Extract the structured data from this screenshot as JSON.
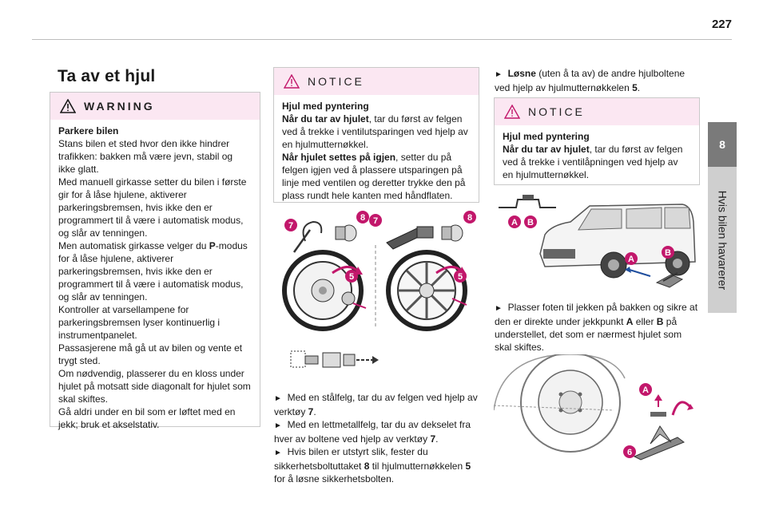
{
  "page": {
    "number": "227"
  },
  "side_tab": {
    "chapter": "8",
    "title": "Hvis bilen havarerer"
  },
  "section": {
    "title": "Ta av et hjul"
  },
  "warning": {
    "heading": "WARNING",
    "p1_bold": "Parkere bilen",
    "p1": "Stans bilen et sted hvor den ikke hindrer trafikken: bakken må være jevn, stabil og ikke glatt.",
    "p2a": "Med manuell girkasse setter du bilen i første gir for å låse hjulene, aktiverer parkeringsbremsen, hvis ikke den er programmert til å være i automatisk modus, og slår av tenningen.",
    "p3a": "Men automatisk girkasse velger du ",
    "p3_bold": "P",
    "p3b": "-modus for å låse hjulene, aktiverer parkeringsbremsen, hvis ikke den er programmert til å være i automatisk modus, og slår av tenningen.",
    "p4": "Kontroller at varsellampene for parkeringsbremsen lyser kontinuerlig i instrumentpanelet.",
    "p5": "Passasjerene må gå ut av bilen og vente et trygt sted.",
    "p6": "Om nødvendig, plasserer du en kloss under hjulet på motsatt side diagonalt for hjulet som skal skiftes.",
    "p7": "Gå aldri under en bil som er løftet med en jekk; bruk et akselstativ."
  },
  "notice1": {
    "heading": "NOTICE",
    "title": "Hjul med pyntering",
    "b1": "Når du tar av hjulet",
    "t1": ", tar du først av felgen ved å trekke i ventilutsparingen ved hjelp av en hjulmutternøkkel.",
    "b2": "Når hjulet settes på igjen",
    "t2": ", setter du på felgen igjen ved å plassere utsparingen på linje med ventilen og deretter trykke den på plass rundt hele kanten med håndflaten."
  },
  "figure1": {
    "labels": [
      "7",
      "8",
      "7",
      "8",
      "5",
      "5"
    ]
  },
  "mid_steps": {
    "s1a": "Med en stålfelg, tar du av felgen ved hjelp av verktøy ",
    "s1b": "7",
    "s1c": ".",
    "s2a": "Med en lettmetallfelg, tar du av dekselet fra hver av boltene ved hjelp av verktøy ",
    "s2b": "7",
    "s2c": ".",
    "s3a": "Hvis bilen er utstyrt slik, fester du sikkerhetsboltuttaket ",
    "s3b": "8",
    "s3c": " til hjulmutternøkkelen ",
    "s3d": "5",
    "s3e": " for å løsne sikkerhetsbolten."
  },
  "right_top": {
    "b": "Løsne",
    "t1": " (uten å ta av) de andre hjulboltene ved hjelp av hjulmutternøkkelen ",
    "b2": "5",
    "t2": "."
  },
  "notice2": {
    "heading": "NOTICE",
    "title": "Hjul med pyntering",
    "b1": "Når du tar av hjulet",
    "t1": ", tar du først av felgen ved å trekke i ventilåpningen ved hjelp av en hjulmutternøkkel."
  },
  "figure2": {
    "labels": [
      "A",
      "B",
      "A",
      "B"
    ]
  },
  "right_step": {
    "t1": "Plasser foten til jekken på bakken og sikre at den er direkte under jekkpunkt ",
    "b1": "A",
    "t2": " eller ",
    "b2": "B",
    "t3": " på understellet, det som er nærmest hjulet som skal skiftes."
  },
  "figure3": {
    "labels": [
      "A",
      "6"
    ]
  },
  "symbols": {
    "bullet": "►"
  },
  "colors": {
    "accent": "#c2176b",
    "warn_bg": "#fbe7f2",
    "tab_dark": "#7a7a7a",
    "tab_light": "#cfcfcf",
    "arrow_blue": "#1f4e9e"
  }
}
